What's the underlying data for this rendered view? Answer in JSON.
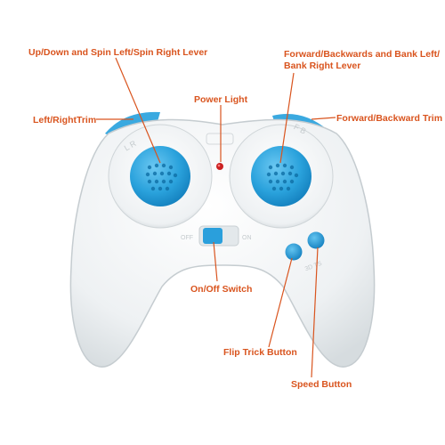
{
  "diagram": {
    "accent_color": "#d9541e",
    "controller_color": "#f4f6f7",
    "stick_color": "#1e9bd8",
    "power_light_color": "#cc2222",
    "labels": {
      "updown_lever": "Up/Down and Spin Left/Spin Right Lever",
      "fwd_bank_lever_line1": "Forward/Backwards and Bank Left/",
      "fwd_bank_lever_line2": "Bank Right Lever",
      "power_light": "Power Light",
      "left_right_trim": "Left/RightTrim",
      "fwd_back_trim": "Forward/Backward Trim",
      "on_off_switch": "On/Off Switch",
      "flip_trick_button": "Flip Trick Button",
      "speed_button": "Speed Button"
    },
    "printed_on_controller": {
      "left_shoulder": "L   R",
      "right_shoulder": "F   B",
      "switch_off": "OFF",
      "switch_on": "ON",
      "button_marks": "3D  TS"
    }
  }
}
